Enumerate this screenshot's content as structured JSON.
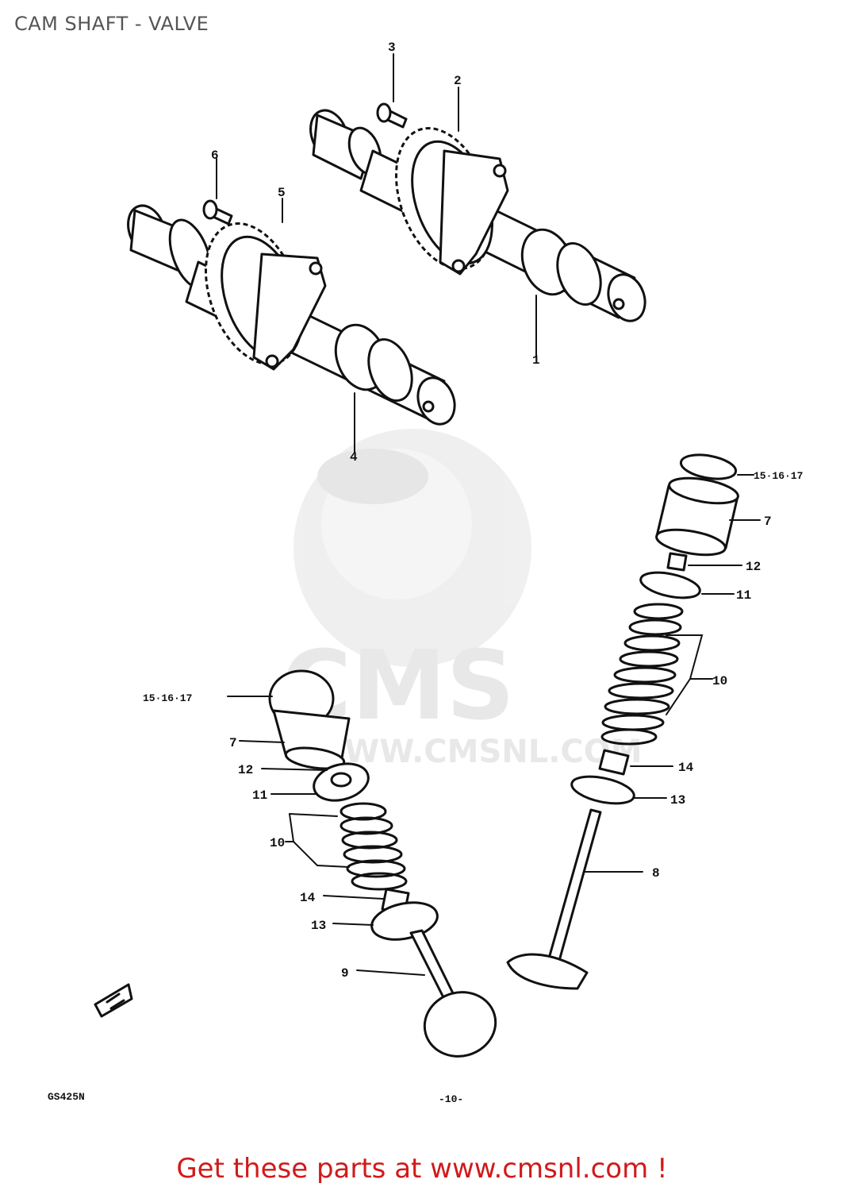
{
  "title": "CAM SHAFT - VALVE",
  "watermark": {
    "text": "CMS",
    "url": "WWW.CMSNL.COM"
  },
  "parts": {
    "p1": "1",
    "p2": "2",
    "p3": "3",
    "p4": "4",
    "p5": "5",
    "p6": "6",
    "p7a": "7",
    "p7b": "7",
    "p8": "8",
    "p9": "9",
    "p10a": "10",
    "p10b": "10",
    "p11a": "11",
    "p11b": "11",
    "p12a": "12",
    "p12b": "12",
    "p13a": "13",
    "p13b": "13",
    "p14a": "14",
    "p14b": "14",
    "p151617a": "15·16·17",
    "p151617b": "15·16·17"
  },
  "model_code": "GS425N",
  "page_number": "-10-",
  "footer": "Get these parts at www.cmsnl.com !"
}
